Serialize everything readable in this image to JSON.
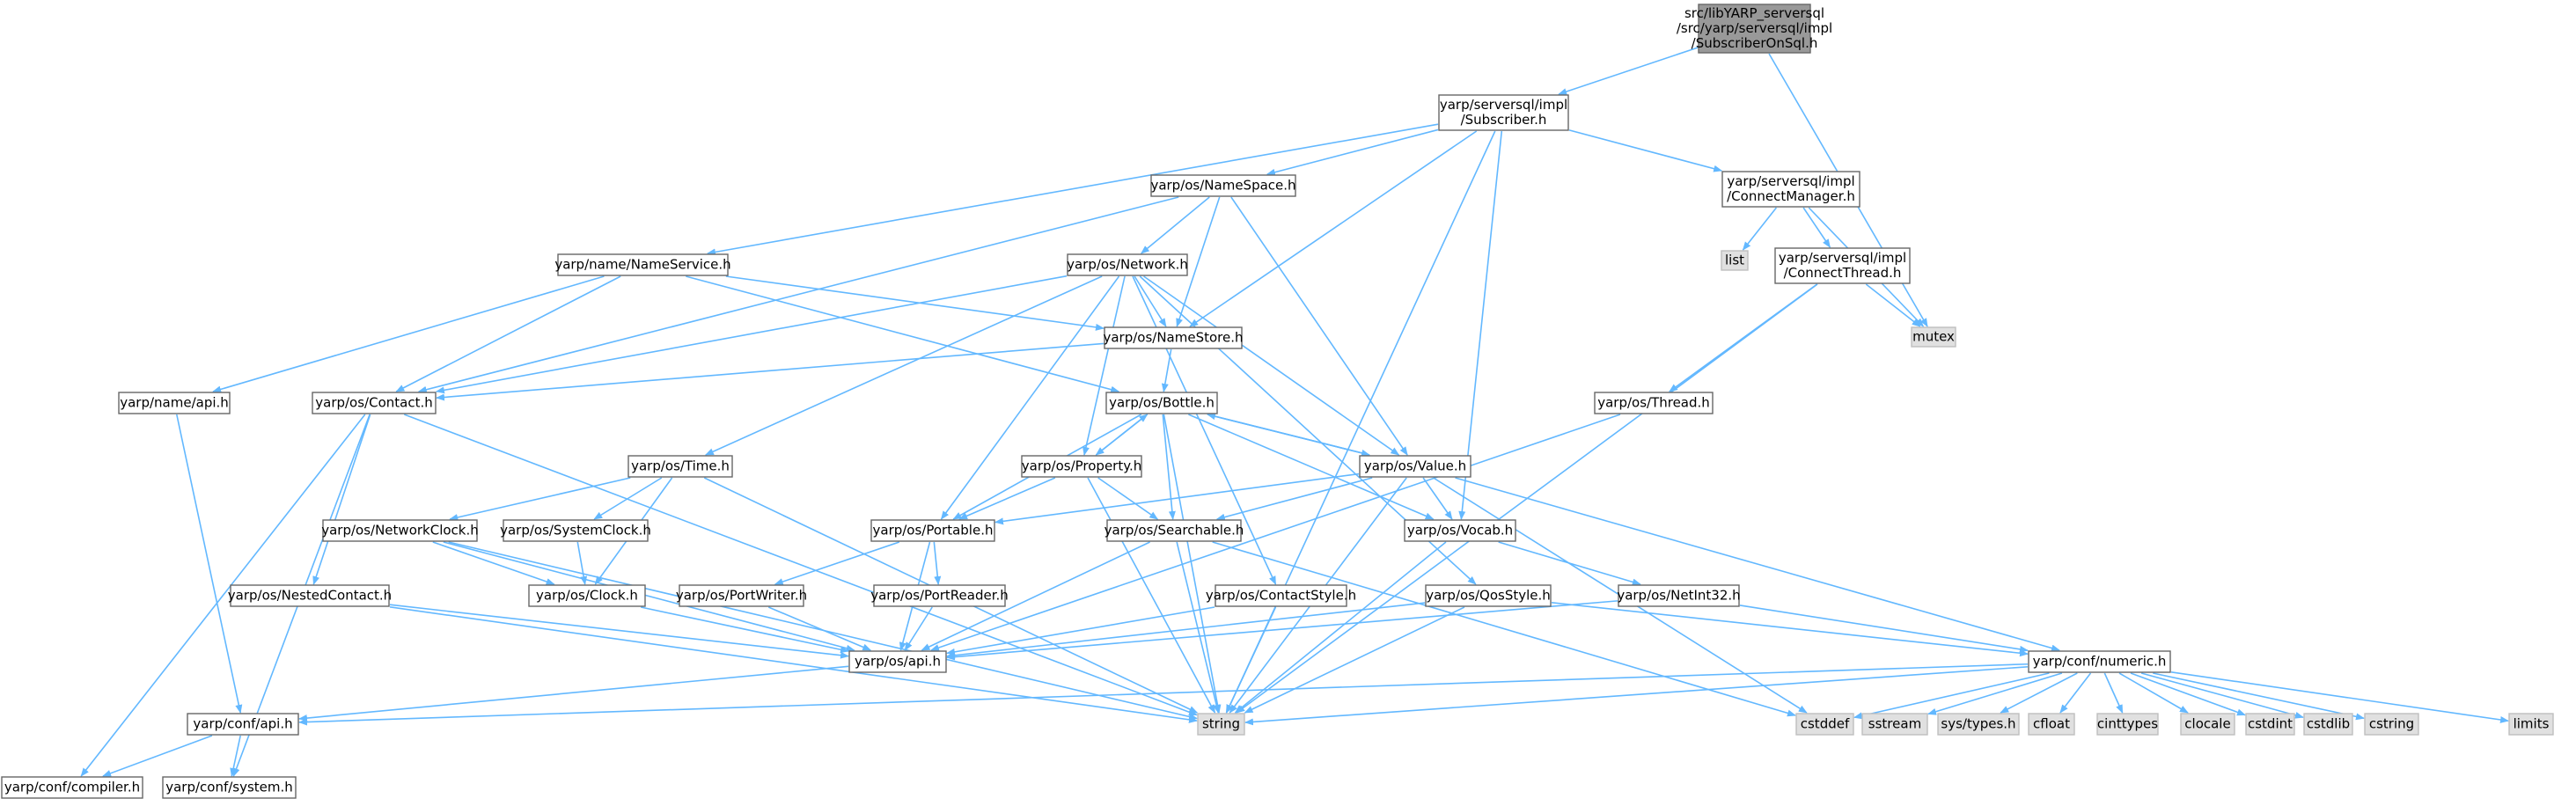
{
  "colors": {
    "edge": "#63b8ff",
    "node_border": "#666666",
    "system_node_fill": "#e0e0e0",
    "root_node_fill": "#999999"
  },
  "nodes": [
    {
      "id": "root",
      "type": "root",
      "lines": [
        "src/libYARP_serversql",
        "/src/yarp/serversql/impl",
        "/SubscriberOnSql.h"
      ]
    },
    {
      "id": "subscriber",
      "type": "normal",
      "lines": [
        "yarp/serversql/impl",
        "/Subscriber.h"
      ]
    },
    {
      "id": "connectmanager",
      "type": "normal",
      "lines": [
        "yarp/serversql/impl",
        "/ConnectManager.h"
      ]
    },
    {
      "id": "connectthread",
      "type": "normal",
      "lines": [
        "yarp/serversql/impl",
        "/ConnectThread.h"
      ]
    },
    {
      "id": "list",
      "type": "system",
      "lines": [
        "list"
      ]
    },
    {
      "id": "mutex",
      "type": "system",
      "lines": [
        "mutex"
      ]
    },
    {
      "id": "thread",
      "type": "normal",
      "lines": [
        "yarp/os/Thread.h"
      ]
    },
    {
      "id": "namespace",
      "type": "normal",
      "lines": [
        "yarp/os/NameSpace.h"
      ]
    },
    {
      "id": "nameservice",
      "type": "normal",
      "lines": [
        "yarp/name/NameService.h"
      ]
    },
    {
      "id": "network",
      "type": "normal",
      "lines": [
        "yarp/os/Network.h"
      ]
    },
    {
      "id": "namestore",
      "type": "normal",
      "lines": [
        "yarp/os/NameStore.h"
      ]
    },
    {
      "id": "nameapi",
      "type": "normal",
      "lines": [
        "yarp/name/api.h"
      ]
    },
    {
      "id": "contact",
      "type": "normal",
      "lines": [
        "yarp/os/Contact.h"
      ]
    },
    {
      "id": "bottle",
      "type": "normal",
      "lines": [
        "yarp/os/Bottle.h"
      ]
    },
    {
      "id": "time",
      "type": "normal",
      "lines": [
        "yarp/os/Time.h"
      ]
    },
    {
      "id": "property",
      "type": "normal",
      "lines": [
        "yarp/os/Property.h"
      ]
    },
    {
      "id": "value",
      "type": "normal",
      "lines": [
        "yarp/os/Value.h"
      ]
    },
    {
      "id": "networkclock",
      "type": "normal",
      "lines": [
        "yarp/os/NetworkClock.h"
      ]
    },
    {
      "id": "systemclock",
      "type": "normal",
      "lines": [
        "yarp/os/SystemClock.h"
      ]
    },
    {
      "id": "portable",
      "type": "normal",
      "lines": [
        "yarp/os/Portable.h"
      ]
    },
    {
      "id": "searchable",
      "type": "normal",
      "lines": [
        "yarp/os/Searchable.h"
      ]
    },
    {
      "id": "vocab",
      "type": "normal",
      "lines": [
        "yarp/os/Vocab.h"
      ]
    },
    {
      "id": "nestedcontact",
      "type": "normal",
      "lines": [
        "yarp/os/NestedContact.h"
      ]
    },
    {
      "id": "clock",
      "type": "normal",
      "lines": [
        "yarp/os/Clock.h"
      ]
    },
    {
      "id": "portwriter",
      "type": "normal",
      "lines": [
        "yarp/os/PortWriter.h"
      ]
    },
    {
      "id": "portreader",
      "type": "normal",
      "lines": [
        "yarp/os/PortReader.h"
      ]
    },
    {
      "id": "contactstyle",
      "type": "normal",
      "lines": [
        "yarp/os/ContactStyle.h"
      ]
    },
    {
      "id": "qosstyle",
      "type": "normal",
      "lines": [
        "yarp/os/QosStyle.h"
      ]
    },
    {
      "id": "netint32",
      "type": "normal",
      "lines": [
        "yarp/os/NetInt32.h"
      ]
    },
    {
      "id": "osapi",
      "type": "normal",
      "lines": [
        "yarp/os/api.h"
      ]
    },
    {
      "id": "numeric",
      "type": "normal",
      "lines": [
        "yarp/conf/numeric.h"
      ]
    },
    {
      "id": "confapi",
      "type": "normal",
      "lines": [
        "yarp/conf/api.h"
      ]
    },
    {
      "id": "string",
      "type": "system",
      "lines": [
        "string"
      ]
    },
    {
      "id": "cstddef",
      "type": "system",
      "lines": [
        "cstddef"
      ]
    },
    {
      "id": "sstream",
      "type": "system",
      "lines": [
        "sstream"
      ]
    },
    {
      "id": "systypes",
      "type": "system",
      "lines": [
        "sys/types.h"
      ]
    },
    {
      "id": "cfloat",
      "type": "system",
      "lines": [
        "cfloat"
      ]
    },
    {
      "id": "cinttypes",
      "type": "system",
      "lines": [
        "cinttypes"
      ]
    },
    {
      "id": "clocale",
      "type": "system",
      "lines": [
        "clocale"
      ]
    },
    {
      "id": "cstdint",
      "type": "system",
      "lines": [
        "cstdint"
      ]
    },
    {
      "id": "cstdlib",
      "type": "system",
      "lines": [
        "cstdlib"
      ]
    },
    {
      "id": "cstring",
      "type": "system",
      "lines": [
        "cstring"
      ]
    },
    {
      "id": "limits",
      "type": "system",
      "lines": [
        "limits"
      ]
    },
    {
      "id": "compiler",
      "type": "normal",
      "lines": [
        "yarp/conf/compiler.h"
      ]
    },
    {
      "id": "system",
      "type": "normal",
      "lines": [
        "yarp/conf/system.h"
      ]
    }
  ],
  "edges": [
    [
      "root",
      "subscriber"
    ],
    [
      "root",
      "mutex"
    ],
    [
      "subscriber",
      "nameservice"
    ],
    [
      "subscriber",
      "namespace"
    ],
    [
      "subscriber",
      "namestore"
    ],
    [
      "subscriber",
      "vocab"
    ],
    [
      "subscriber",
      "connectmanager"
    ],
    [
      "subscriber",
      "string"
    ],
    [
      "connectmanager",
      "list"
    ],
    [
      "connectmanager",
      "connectthread"
    ],
    [
      "connectmanager",
      "mutex"
    ],
    [
      "connectthread",
      "mutex"
    ],
    [
      "connectthread",
      "thread"
    ],
    [
      "connectthread",
      "string"
    ],
    [
      "thread",
      "osapi"
    ],
    [
      "namespace",
      "contact"
    ],
    [
      "namespace",
      "network"
    ],
    [
      "namespace",
      "namestore"
    ],
    [
      "namespace",
      "value"
    ],
    [
      "nameservice",
      "nameapi"
    ],
    [
      "nameservice",
      "contact"
    ],
    [
      "nameservice",
      "namestore"
    ],
    [
      "nameservice",
      "bottle"
    ],
    [
      "network",
      "contact"
    ],
    [
      "network",
      "namestore"
    ],
    [
      "network",
      "time"
    ],
    [
      "network",
      "portable"
    ],
    [
      "network",
      "property"
    ],
    [
      "network",
      "contactstyle"
    ],
    [
      "network",
      "qosstyle"
    ],
    [
      "network",
      "value"
    ],
    [
      "namestore",
      "contact"
    ],
    [
      "namestore",
      "bottle"
    ],
    [
      "nameapi",
      "confapi"
    ],
    [
      "contact",
      "nestedcontact"
    ],
    [
      "contact",
      "compiler"
    ],
    [
      "contact",
      "system"
    ],
    [
      "contact",
      "string"
    ],
    [
      "bottle",
      "portable"
    ],
    [
      "bottle",
      "property"
    ],
    [
      "bottle",
      "searchable"
    ],
    [
      "bottle",
      "value"
    ],
    [
      "bottle",
      "vocab"
    ],
    [
      "bottle",
      "string"
    ],
    [
      "property",
      "bottle"
    ],
    [
      "property",
      "portable"
    ],
    [
      "property",
      "searchable"
    ],
    [
      "property",
      "string"
    ],
    [
      "value",
      "bottle"
    ],
    [
      "value",
      "portable"
    ],
    [
      "value",
      "searchable"
    ],
    [
      "value",
      "vocab"
    ],
    [
      "value",
      "numeric"
    ],
    [
      "value",
      "cstddef"
    ],
    [
      "value",
      "string"
    ],
    [
      "time",
      "networkclock"
    ],
    [
      "time",
      "systemclock"
    ],
    [
      "time",
      "clock"
    ],
    [
      "time",
      "string"
    ],
    [
      "networkclock",
      "clock"
    ],
    [
      "networkclock",
      "osapi"
    ],
    [
      "networkclock",
      "string"
    ],
    [
      "systemclock",
      "clock"
    ],
    [
      "clock",
      "osapi"
    ],
    [
      "portable",
      "portwriter"
    ],
    [
      "portable",
      "portreader"
    ],
    [
      "portable",
      "osapi"
    ],
    [
      "portwriter",
      "osapi"
    ],
    [
      "portreader",
      "osapi"
    ],
    [
      "searchable",
      "osapi"
    ],
    [
      "searchable",
      "string"
    ],
    [
      "searchable",
      "cstddef"
    ],
    [
      "vocab",
      "netint32"
    ],
    [
      "vocab",
      "string"
    ],
    [
      "netint32",
      "osapi"
    ],
    [
      "netint32",
      "numeric"
    ],
    [
      "contactstyle",
      "osapi"
    ],
    [
      "contactstyle",
      "string"
    ],
    [
      "qosstyle",
      "osapi"
    ],
    [
      "qosstyle",
      "string"
    ],
    [
      "qosstyle",
      "numeric"
    ],
    [
      "nestedcontact",
      "osapi"
    ],
    [
      "nestedcontact",
      "string"
    ],
    [
      "osapi",
      "confapi"
    ],
    [
      "numeric",
      "confapi"
    ],
    [
      "numeric",
      "string"
    ],
    [
      "numeric",
      "cstddef"
    ],
    [
      "numeric",
      "sstream"
    ],
    [
      "numeric",
      "systypes"
    ],
    [
      "numeric",
      "cfloat"
    ],
    [
      "numeric",
      "cinttypes"
    ],
    [
      "numeric",
      "clocale"
    ],
    [
      "numeric",
      "cstdint"
    ],
    [
      "numeric",
      "cstdlib"
    ],
    [
      "numeric",
      "cstring"
    ],
    [
      "numeric",
      "limits"
    ],
    [
      "confapi",
      "compiler"
    ],
    [
      "confapi",
      "system"
    ]
  ]
}
